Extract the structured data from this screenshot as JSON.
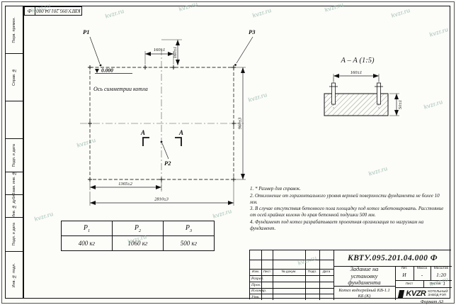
{
  "page": {
    "watermark_text": "kvzr.ru",
    "format_label": "Формат А3"
  },
  "frame": {
    "top_code": "КВТУ.095.201.04.000",
    "top_code_suffix": "Ф",
    "left_labels": [
      "Перв. примен.",
      "Справ. №",
      "Подп. и дата",
      "Взам. инв. №",
      "Инв. № дубл.",
      "Подп. и дата",
      "Инв. № подл."
    ]
  },
  "plan": {
    "p1": "P1",
    "p2": "P2",
    "p3": "P3",
    "level_mark": "0.000",
    "axis_label": "Ось симметрии котла",
    "section_letter": "А",
    "dims": {
      "top160": "160±1",
      "v160": "160±1",
      "d960": "960±3",
      "d1365": "1365±2",
      "d2810": "2810±3"
    }
  },
  "section": {
    "title": "А – А (1:5)",
    "dims": {
      "d160": "160±1",
      "d50": "50±1"
    }
  },
  "notes": [
    "1. * Размер для справок.",
    "2. Отклонение от горизонтального уровня верхней поверхности фундамента не более 10 мм.",
    "3. В случае отсутствия бетонного пола площадку под котел забетонировать. Расстояние от осей крайних колонн до края бетонной подушки 500 мм.",
    "4. Фундамент под котел разрабатывает проектная организация по нагрузкам на фундамент."
  ],
  "loads_table": {
    "columns": [
      {
        "name": "Р",
        "sub": "1",
        "value": "400 кг"
      },
      {
        "name": "Р",
        "sub": "2",
        "value": "1060 кг"
      },
      {
        "name": "Р",
        "sub": "3",
        "value": "500 кг"
      }
    ]
  },
  "title_block": {
    "doc_code": "КВТУ.095.201.04.000  Ф",
    "title": "Задание на установку фундамента",
    "product": "Котел водогрейный КВ-1.1 КБ (К)",
    "header_cells": [
      "Изм.",
      "Лист",
      "№ докум.",
      "Подп.",
      "Дата"
    ],
    "roles": [
      "Разраб.",
      "Пров.",
      "Н.контр.",
      "Утв."
    ],
    "lit_label": "Лит.",
    "mass_label": "Масса",
    "scale_label": "Масштаб",
    "lit_value": "И",
    "mass_value": "-",
    "scale_value": "1:20",
    "sheet_label": "Лист",
    "sheets_label": "Листов",
    "sheets_value": "1",
    "logo_text": "KVZR",
    "company_line1": "КОТЕЛЬНЫЙ",
    "company_line2": "ЗАВОД РЭП"
  }
}
